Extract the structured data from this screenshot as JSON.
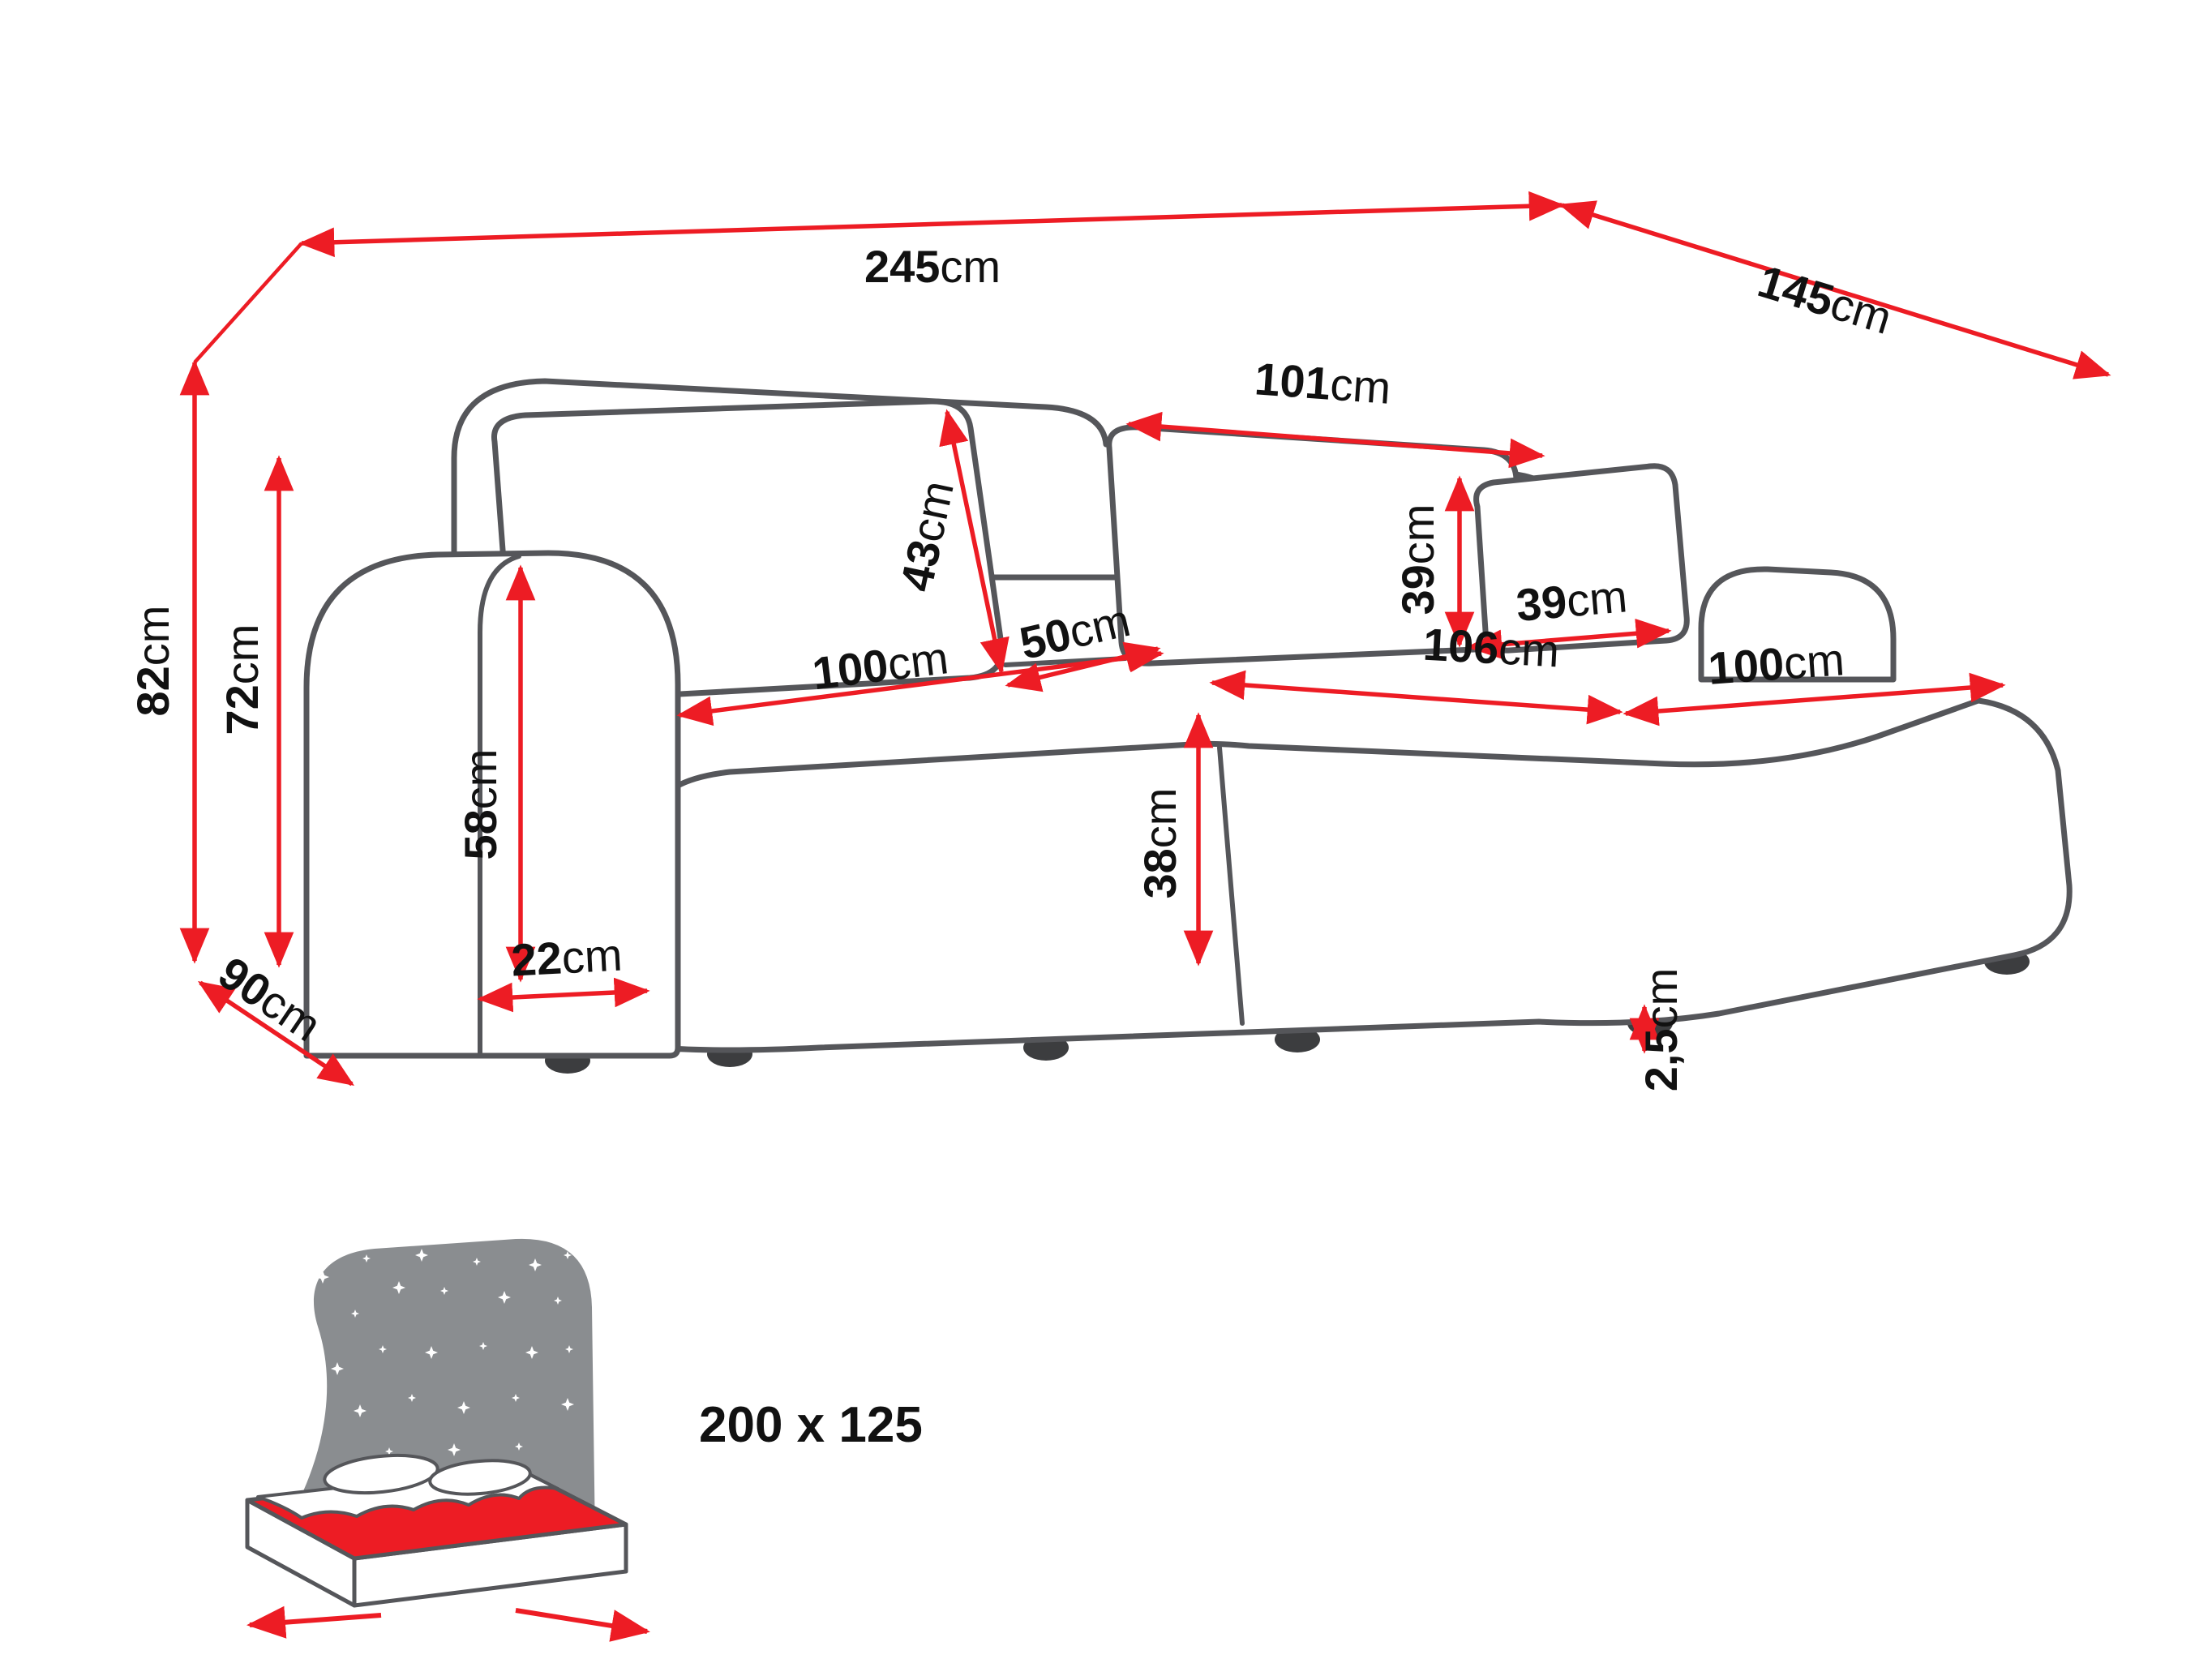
{
  "colors": {
    "dimension_red": "#ed1c24",
    "outline_gray": "#55565a",
    "text_black": "#111111",
    "headboard_gray": "#8a8d90",
    "mattress_red": "#ed1c24",
    "leg_dark": "#3c3d3f",
    "background": "#ffffff"
  },
  "labels": {
    "overall_width": {
      "value": "245",
      "unit": "cm"
    },
    "overall_depth": {
      "value": "145",
      "unit": "cm"
    },
    "overall_height": {
      "value": "82",
      "unit": "cm"
    },
    "backrest_height": {
      "value": "72",
      "unit": "cm"
    },
    "armrest_depth": {
      "value": "90",
      "unit": "cm"
    },
    "right_backrest_width": {
      "value": "101",
      "unit": "cm"
    },
    "back_cushion_height": {
      "value": "43",
      "unit": "cm"
    },
    "pillow_height": {
      "value": "39",
      "unit": "cm"
    },
    "pillow_width": {
      "value": "39",
      "unit": "cm"
    },
    "seat_depth_gap": {
      "value": "50",
      "unit": "cm"
    },
    "left_seat_width": {
      "value": "100",
      "unit": "cm"
    },
    "corner_seat_width": {
      "value": "106",
      "unit": "cm"
    },
    "chaise_width": {
      "value": "100",
      "unit": "cm"
    },
    "armrest_height": {
      "value": "58",
      "unit": "cm"
    },
    "armrest_width": {
      "value": "22",
      "unit": "cm"
    },
    "seat_height": {
      "value": "38",
      "unit": "cm"
    },
    "leg_height": {
      "value": "2,5",
      "unit": "cm"
    },
    "sleeping_area": {
      "value": "200 x 125",
      "unit": ""
    }
  }
}
